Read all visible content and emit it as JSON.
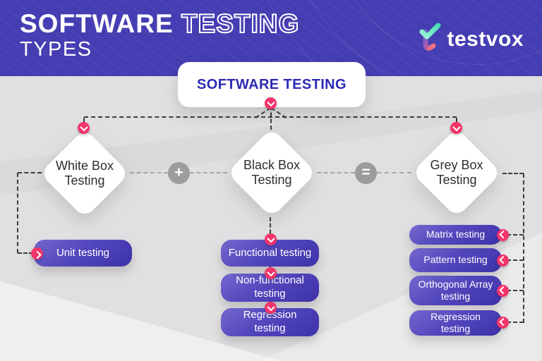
{
  "header": {
    "title_solid": "SOFTWARE",
    "title_outline": "TESTING",
    "subtitle": "TYPES",
    "brand": "testvox"
  },
  "root": {
    "label": "SOFTWARE TESTING"
  },
  "operators": {
    "plus": "+",
    "equals": "="
  },
  "categories": [
    {
      "line1": "White Box",
      "line2": "Testing"
    },
    {
      "line1": "Black Box",
      "line2": "Testing"
    },
    {
      "line1": "Grey Box",
      "line2": "Testing"
    }
  ],
  "white_box_items": [
    {
      "label": "Unit testing"
    }
  ],
  "black_box_items": [
    {
      "label": "Functional testing"
    },
    {
      "label": "Non-functional testing"
    },
    {
      "label": "Regression testing"
    }
  ],
  "grey_box_items": [
    {
      "label": "Matrix testing"
    },
    {
      "label": "Pattern testing"
    },
    {
      "label": "Orthogonal Array testing"
    },
    {
      "label": "Regression testing"
    }
  ],
  "colors": {
    "header_bg": "#453db2",
    "accent_pink": "#f2356b",
    "button_purple_dark": "#3d32a8",
    "button_purple_light": "#7468ce",
    "root_text": "#2c2ab2",
    "operator_gray": "#9c9c9c"
  }
}
